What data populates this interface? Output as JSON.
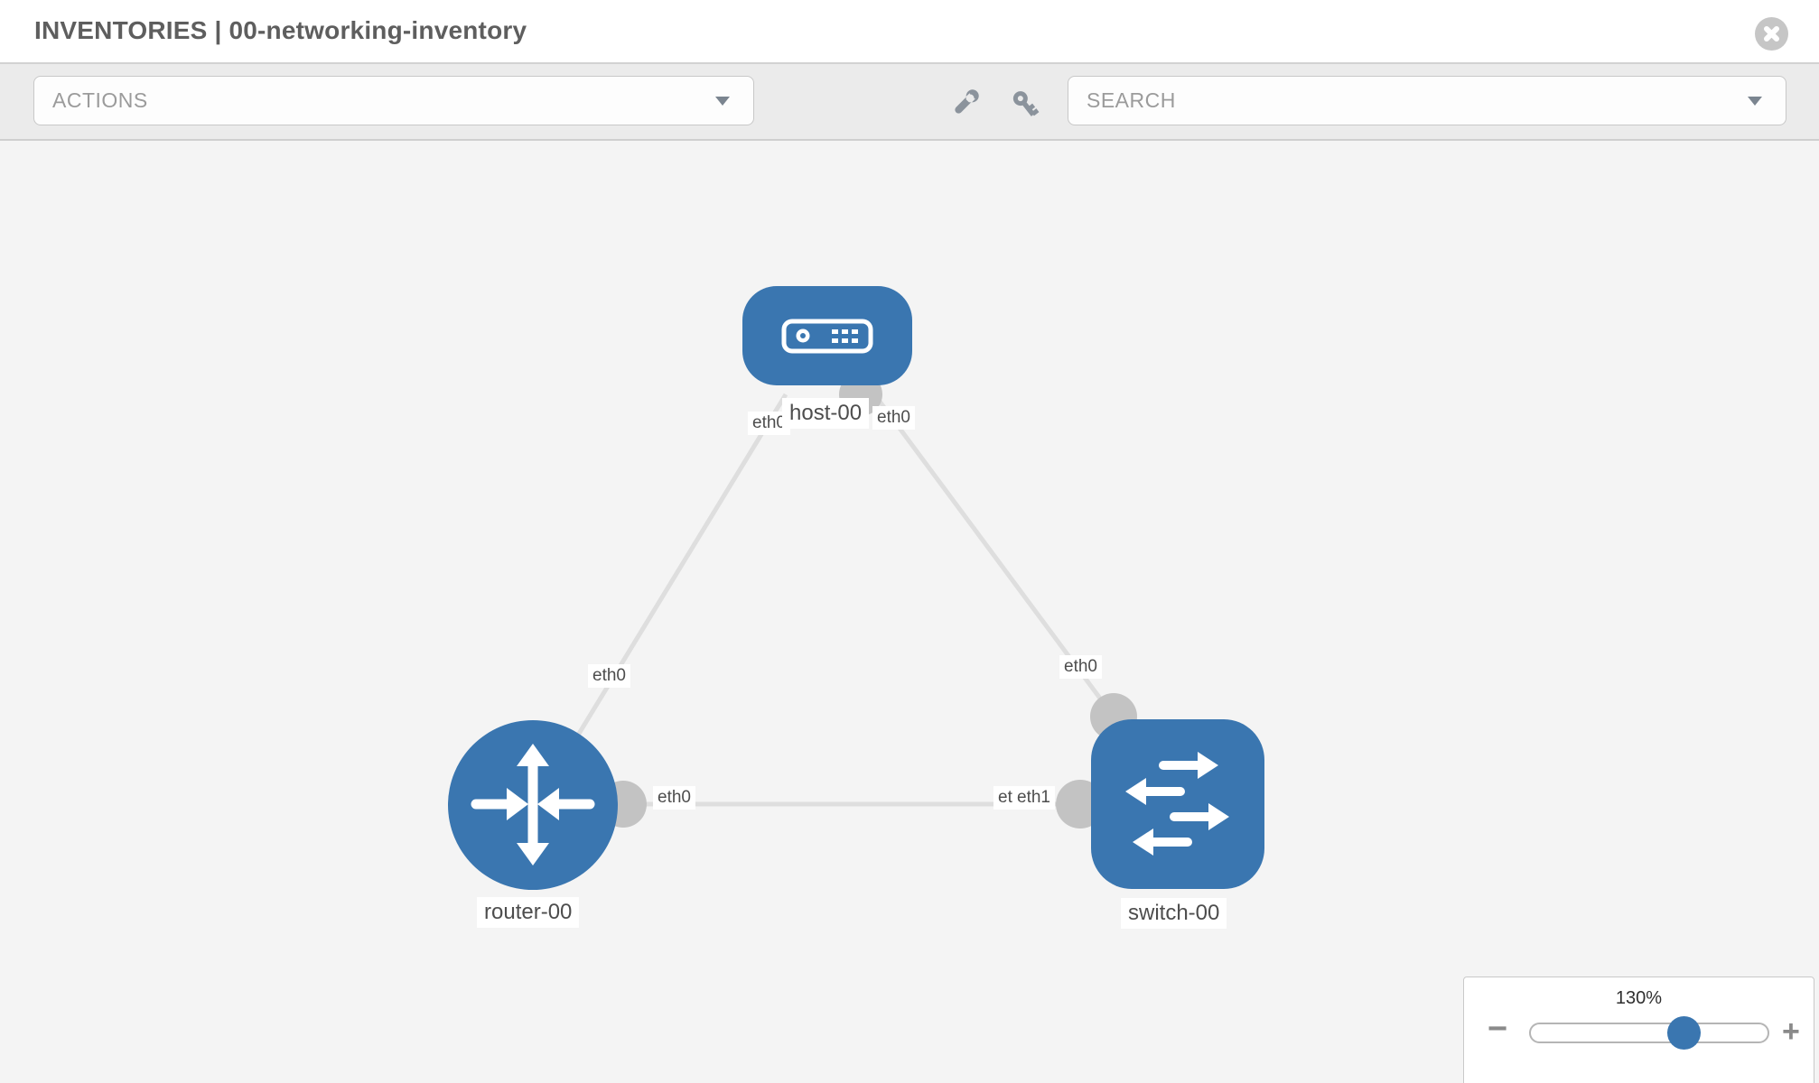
{
  "header": {
    "title": "INVENTORIES | 00-networking-inventory"
  },
  "toolbar": {
    "actions_label": "ACTIONS",
    "search_placeholder": "SEARCH"
  },
  "topology": {
    "nodes": [
      {
        "name": "host-00",
        "type": "host"
      },
      {
        "name": "router-00",
        "type": "router"
      },
      {
        "name": "switch-00",
        "type": "switch"
      }
    ],
    "links": [
      {
        "from": "host-00",
        "to": "router-00",
        "from_interface": "eth0",
        "to_interface": "eth0"
      },
      {
        "from": "host-00",
        "to": "switch-00",
        "from_interface": "eth0",
        "to_interface": "eth0"
      },
      {
        "from": "router-00",
        "to": "switch-00",
        "from_interface": "eth0",
        "to_interface": "eth1"
      }
    ],
    "interface_labels": {
      "host_left": "eth0",
      "host_right": "eth0",
      "router_link": "eth0",
      "switch_link": "eth0",
      "middle_left": "eth0",
      "middle_right_back": "eth0",
      "middle_right_front": "eth1"
    }
  },
  "zoom_control": {
    "level": "130%"
  },
  "colors": {
    "node_blue": "#3a76b0",
    "link_gray": "#dedede",
    "connector_gray": "#c3c3c3",
    "toolbar_bg": "#ebebeb",
    "canvas_bg": "#f4f4f4"
  }
}
